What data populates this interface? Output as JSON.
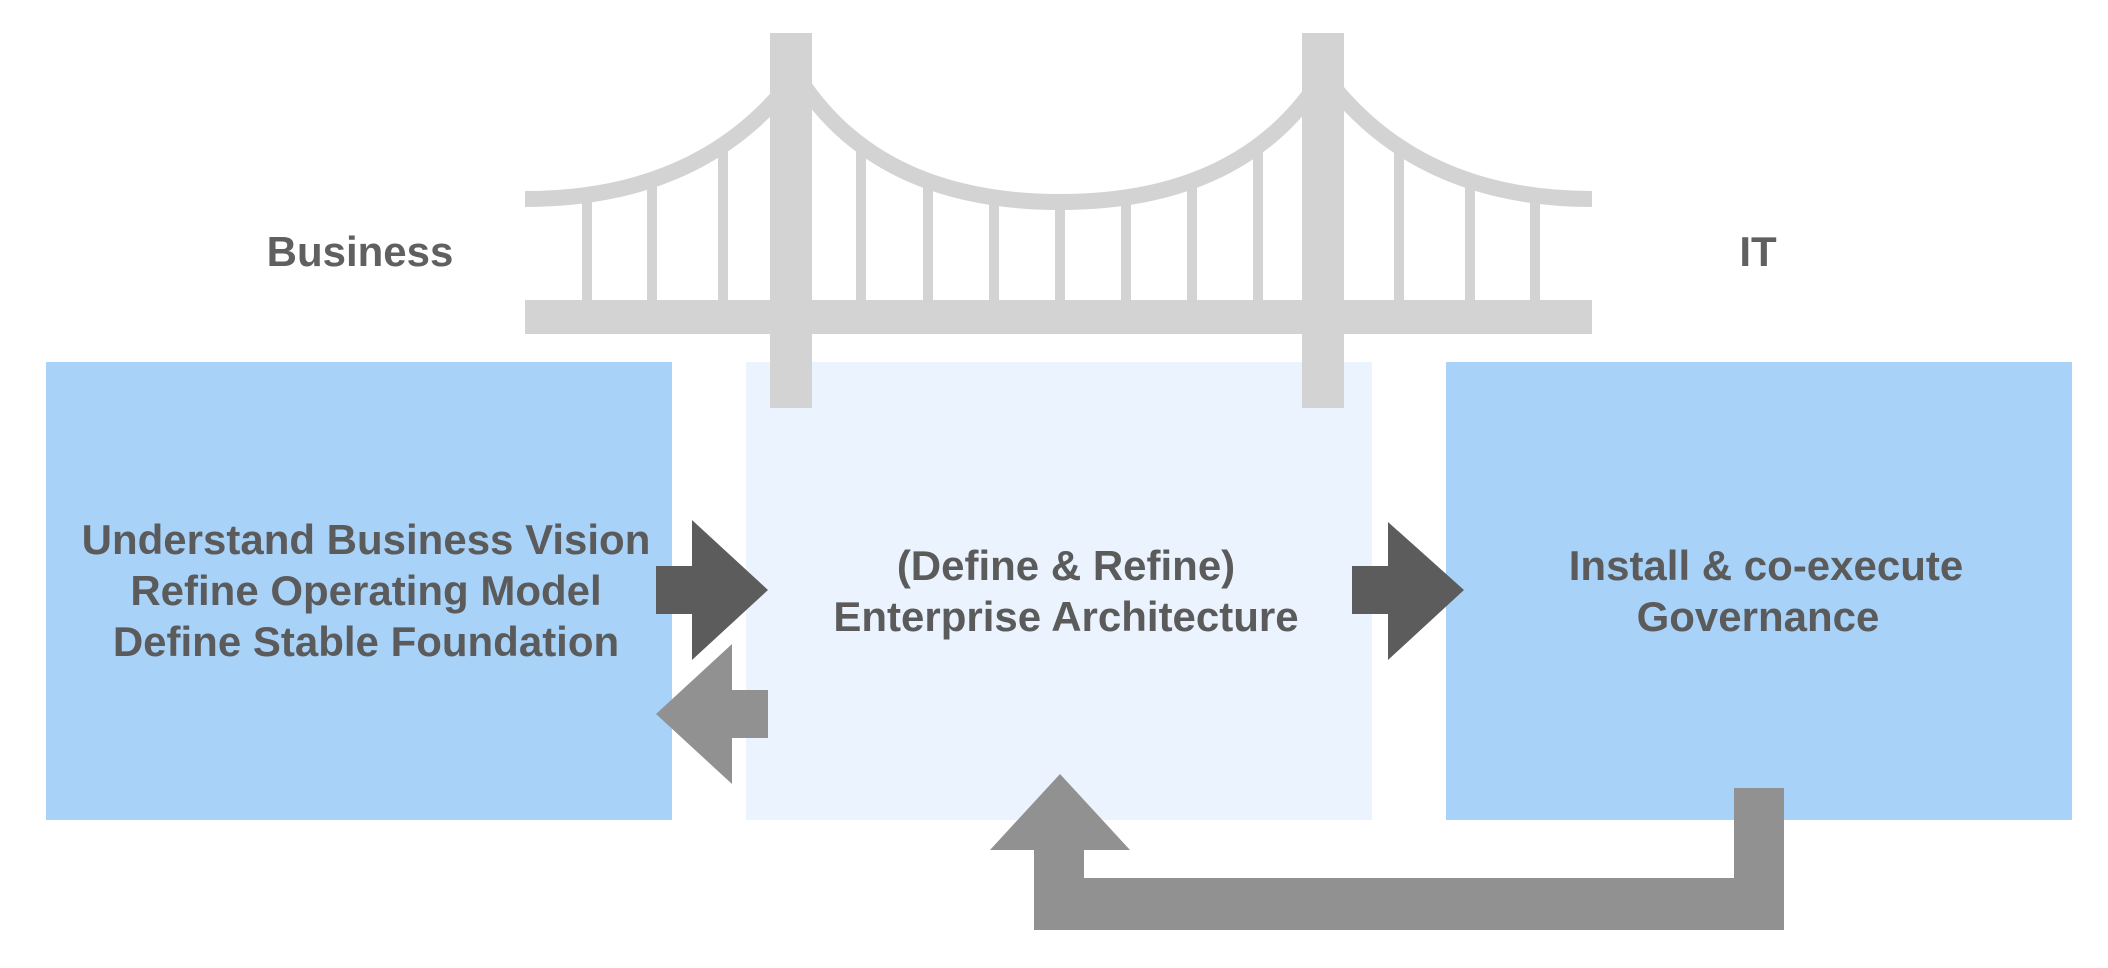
{
  "labels": {
    "left": "Business",
    "right": "IT"
  },
  "boxes": {
    "business": {
      "lines": [
        "Understand Business Vision",
        "Refine Operating Model",
        "Define Stable Foundation"
      ]
    },
    "architecture": {
      "lines": [
        "(Define & Refine)",
        "Enterprise Architecture"
      ]
    },
    "governance": {
      "lines": [
        "Install & co-execute",
        "Governance"
      ]
    }
  },
  "colors": {
    "box_strong": "#a9d2f9",
    "box_light": "#eaf3fe",
    "bridge": "#d3d3d3",
    "arrow_dark": "#5c5c5c",
    "arrow_light": "#919191",
    "text": "#5b5b5b"
  },
  "icons": {
    "bridge": "suspension-bridge-icon"
  }
}
